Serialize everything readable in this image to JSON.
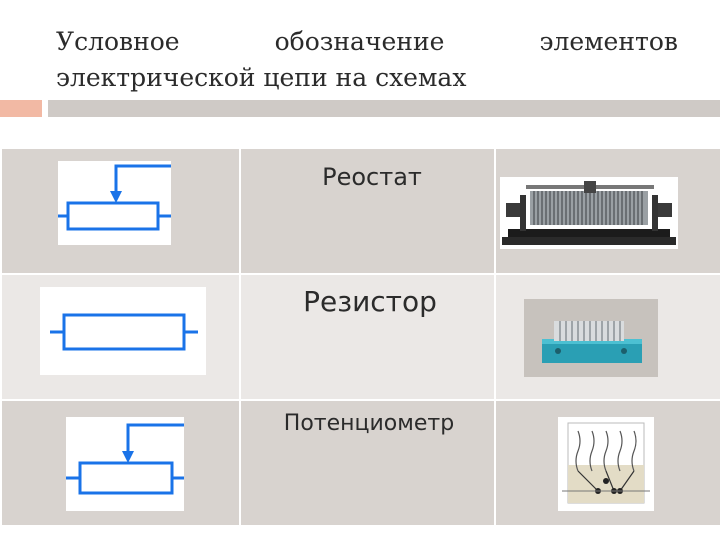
{
  "title": {
    "line1_word1": "Условное",
    "line1_word2": "обозначение",
    "line1_word3": "элементов",
    "line2": "электрической цепи на схемах"
  },
  "rows": [
    {
      "label": "Реостат",
      "symbol": "rheostat-symbol",
      "photo": "rheostat-photo"
    },
    {
      "label": "Резистор",
      "symbol": "resistor-symbol",
      "photo": "resistor-photo"
    },
    {
      "label": "Потенциометр",
      "symbol": "potentiometer-symbol",
      "photo": "potentiometer-photo"
    }
  ],
  "colors": {
    "symbol_stroke": "#1a73e8",
    "row_dark": "#d8d3cf",
    "row_light": "#ebe8e6",
    "accent": "#f2b9a4"
  }
}
